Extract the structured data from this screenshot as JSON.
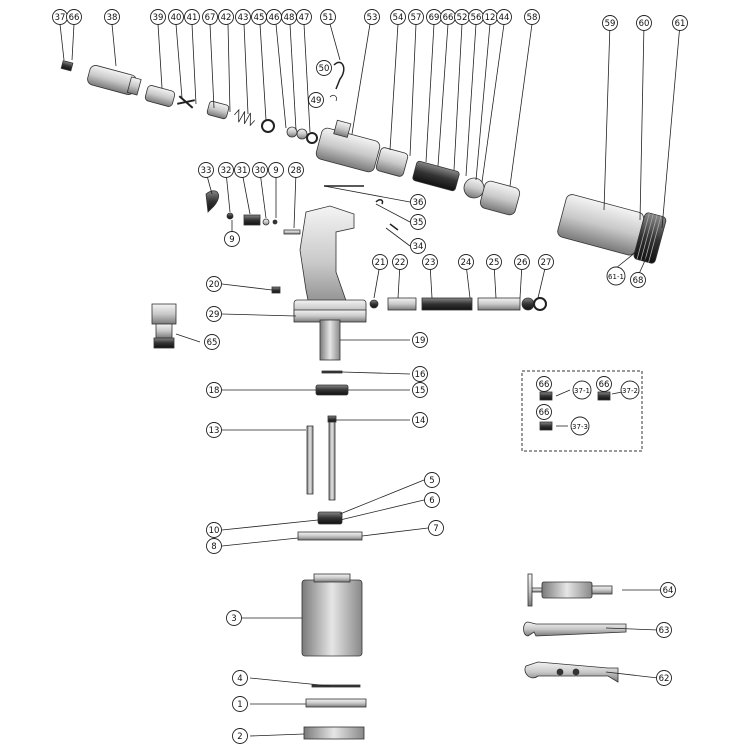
{
  "diagram": {
    "labels": {
      "c37": "37",
      "c66a": "66",
      "c38": "38",
      "c39": "39",
      "c40": "40",
      "c41": "41",
      "c67": "67",
      "c42": "42",
      "c43": "43",
      "c45": "45",
      "c46": "46",
      "c48": "48",
      "c47": "47",
      "c51": "51",
      "c50": "50",
      "c49": "49",
      "c53": "53",
      "c54": "54",
      "c57": "57",
      "c69": "69",
      "c66b": "66",
      "c52": "52",
      "c56": "56",
      "c12": "12",
      "c44": "44",
      "c58": "58",
      "c59": "59",
      "c60": "60",
      "c61": "61",
      "c33": "33",
      "c32": "32",
      "c31": "31",
      "c30": "30",
      "c9a": "9",
      "c28": "28",
      "c9b": "9",
      "c36": "36",
      "c35": "35",
      "c34": "34",
      "c611": "61-1",
      "c68": "68",
      "c21": "21",
      "c22": "22",
      "c23": "23",
      "c24": "24",
      "c25": "25",
      "c26": "26",
      "c27": "27",
      "c20": "20",
      "c29": "29",
      "c65": "65",
      "c19": "19",
      "c16": "16",
      "c18": "18",
      "c15": "15",
      "c13": "13",
      "c14": "14",
      "c5": "5",
      "c6": "6",
      "c10": "10",
      "c7": "7",
      "c8": "8",
      "c66c": "66",
      "c371": "37-1",
      "c66d": "66",
      "c372": "37-2",
      "c66e": "66",
      "c373": "37-3",
      "c3": "3",
      "c64": "64",
      "c63": "63",
      "c4": "4",
      "c62": "62",
      "c1": "1",
      "c2": "2"
    }
  }
}
